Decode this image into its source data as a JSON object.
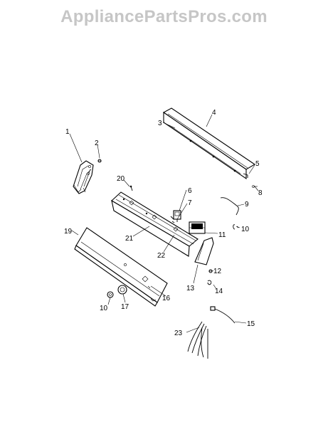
{
  "watermark": "AppliancePartsPros.com",
  "callouts": {
    "c1": "1",
    "c2": "2",
    "c3": "3",
    "c4": "4",
    "c5": "5",
    "c6": "6",
    "c7": "7",
    "c8": "8",
    "c9": "9",
    "c10a": "10",
    "c10b": "10",
    "c11": "11",
    "c12": "12",
    "c13": "13",
    "c14": "14",
    "c15": "15",
    "c16": "16",
    "c17": "17",
    "c19": "19",
    "c20": "20",
    "c21": "21",
    "c22": "22",
    "c23": "23"
  }
}
